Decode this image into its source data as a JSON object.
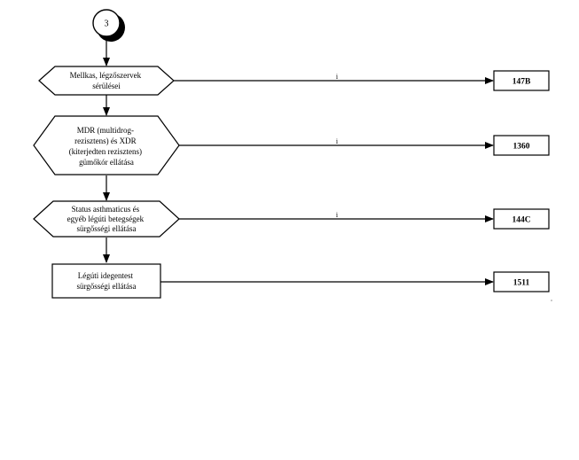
{
  "start": {
    "label": "3"
  },
  "nodes": [
    {
      "id": "n1",
      "shape": "hexagon",
      "lines": [
        "Mellkas, légzőszervek",
        "sérülései"
      ],
      "edge_label": "i",
      "target": "147B"
    },
    {
      "id": "n2",
      "shape": "hexagon",
      "lines": [
        "MDR (multidrog-",
        "rezisztens) és XDR",
        "(kiterjedten rezisztens)",
        "gümőkór ellátása"
      ],
      "edge_label": "i",
      "target": "1360"
    },
    {
      "id": "n3",
      "shape": "hexagon",
      "lines": [
        "Status asthmaticus és",
        "egyéb légúti betegségek",
        "sürgősségi ellátása"
      ],
      "edge_label": "i",
      "target": "144C"
    },
    {
      "id": "n4",
      "shape": "rect",
      "lines": [
        "Légúti idegentest",
        "sürgősségi ellátása"
      ],
      "edge_label": "",
      "target": "1511"
    }
  ],
  "footnote": "\""
}
